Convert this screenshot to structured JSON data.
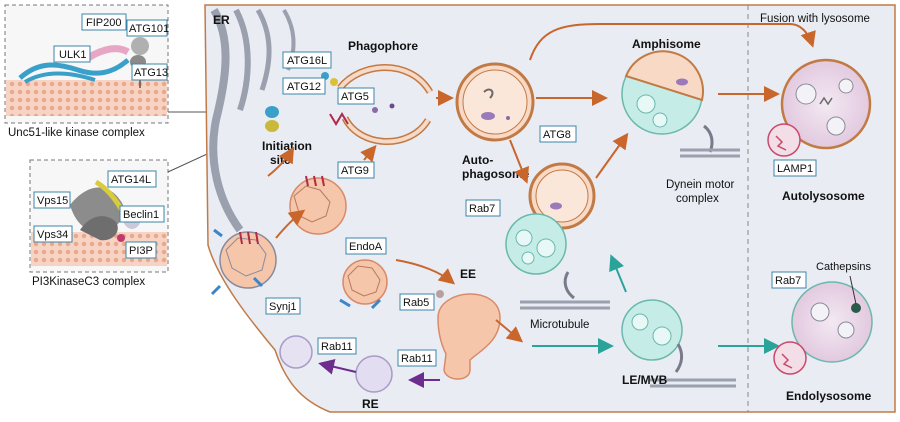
{
  "colors": {
    "orange_arrow": "#c9662b",
    "teal_arrow": "#2aa39a",
    "purple_arrow": "#6d2d8e",
    "cell_bg": "#e9ecf3",
    "cell_border": "#c27a45",
    "membrane": "#f2c2ad",
    "vesicle_teal": "#c6ece7",
    "tag_border": "#3a86a8"
  },
  "left_panels": {
    "ulk": {
      "caption": "Unc51-like kinase complex",
      "labels": [
        "ULK1",
        "FIP200",
        "ATG101",
        "ATG13"
      ]
    },
    "pi3k": {
      "caption": "PI3KinaseC3 complex",
      "labels": [
        "ATG14L",
        "Vps15",
        "Beclin1",
        "Vps34",
        "PI3P"
      ]
    }
  },
  "cell": {
    "er": "ER",
    "initiation_site": "Initiation\nsite",
    "initiation_line1": "Initiation",
    "initiation_line2": "site",
    "phagophore": "Phagophore",
    "atg16l": "ATG16L",
    "atg12": "ATG12",
    "atg5": "ATG5",
    "atg9": "ATG9",
    "autophagosome_line1": "Auto-",
    "autophagosome_line2": "phagosome",
    "atg8": "ATG8",
    "amphisome": "Amphisome",
    "dynein_line1": "Dynein motor",
    "dynein_line2": "complex",
    "rab7": "Rab7",
    "microtubule": "Microtubule",
    "endoa": "EndoA",
    "synj1": "Synj1",
    "ee": "EE",
    "rab5": "Rab5",
    "rab11_left": "Rab11",
    "rab11_right": "Rab11",
    "re": "RE",
    "le_mvb": "LE/MVB"
  },
  "right_panel": {
    "header": "Fusion with lysosome",
    "lamp1": "LAMP1",
    "autolysosome": "Autolysosome",
    "rab7": "Rab7",
    "cathepsins": "Cathepsins",
    "endolysosome": "Endolysosome"
  }
}
